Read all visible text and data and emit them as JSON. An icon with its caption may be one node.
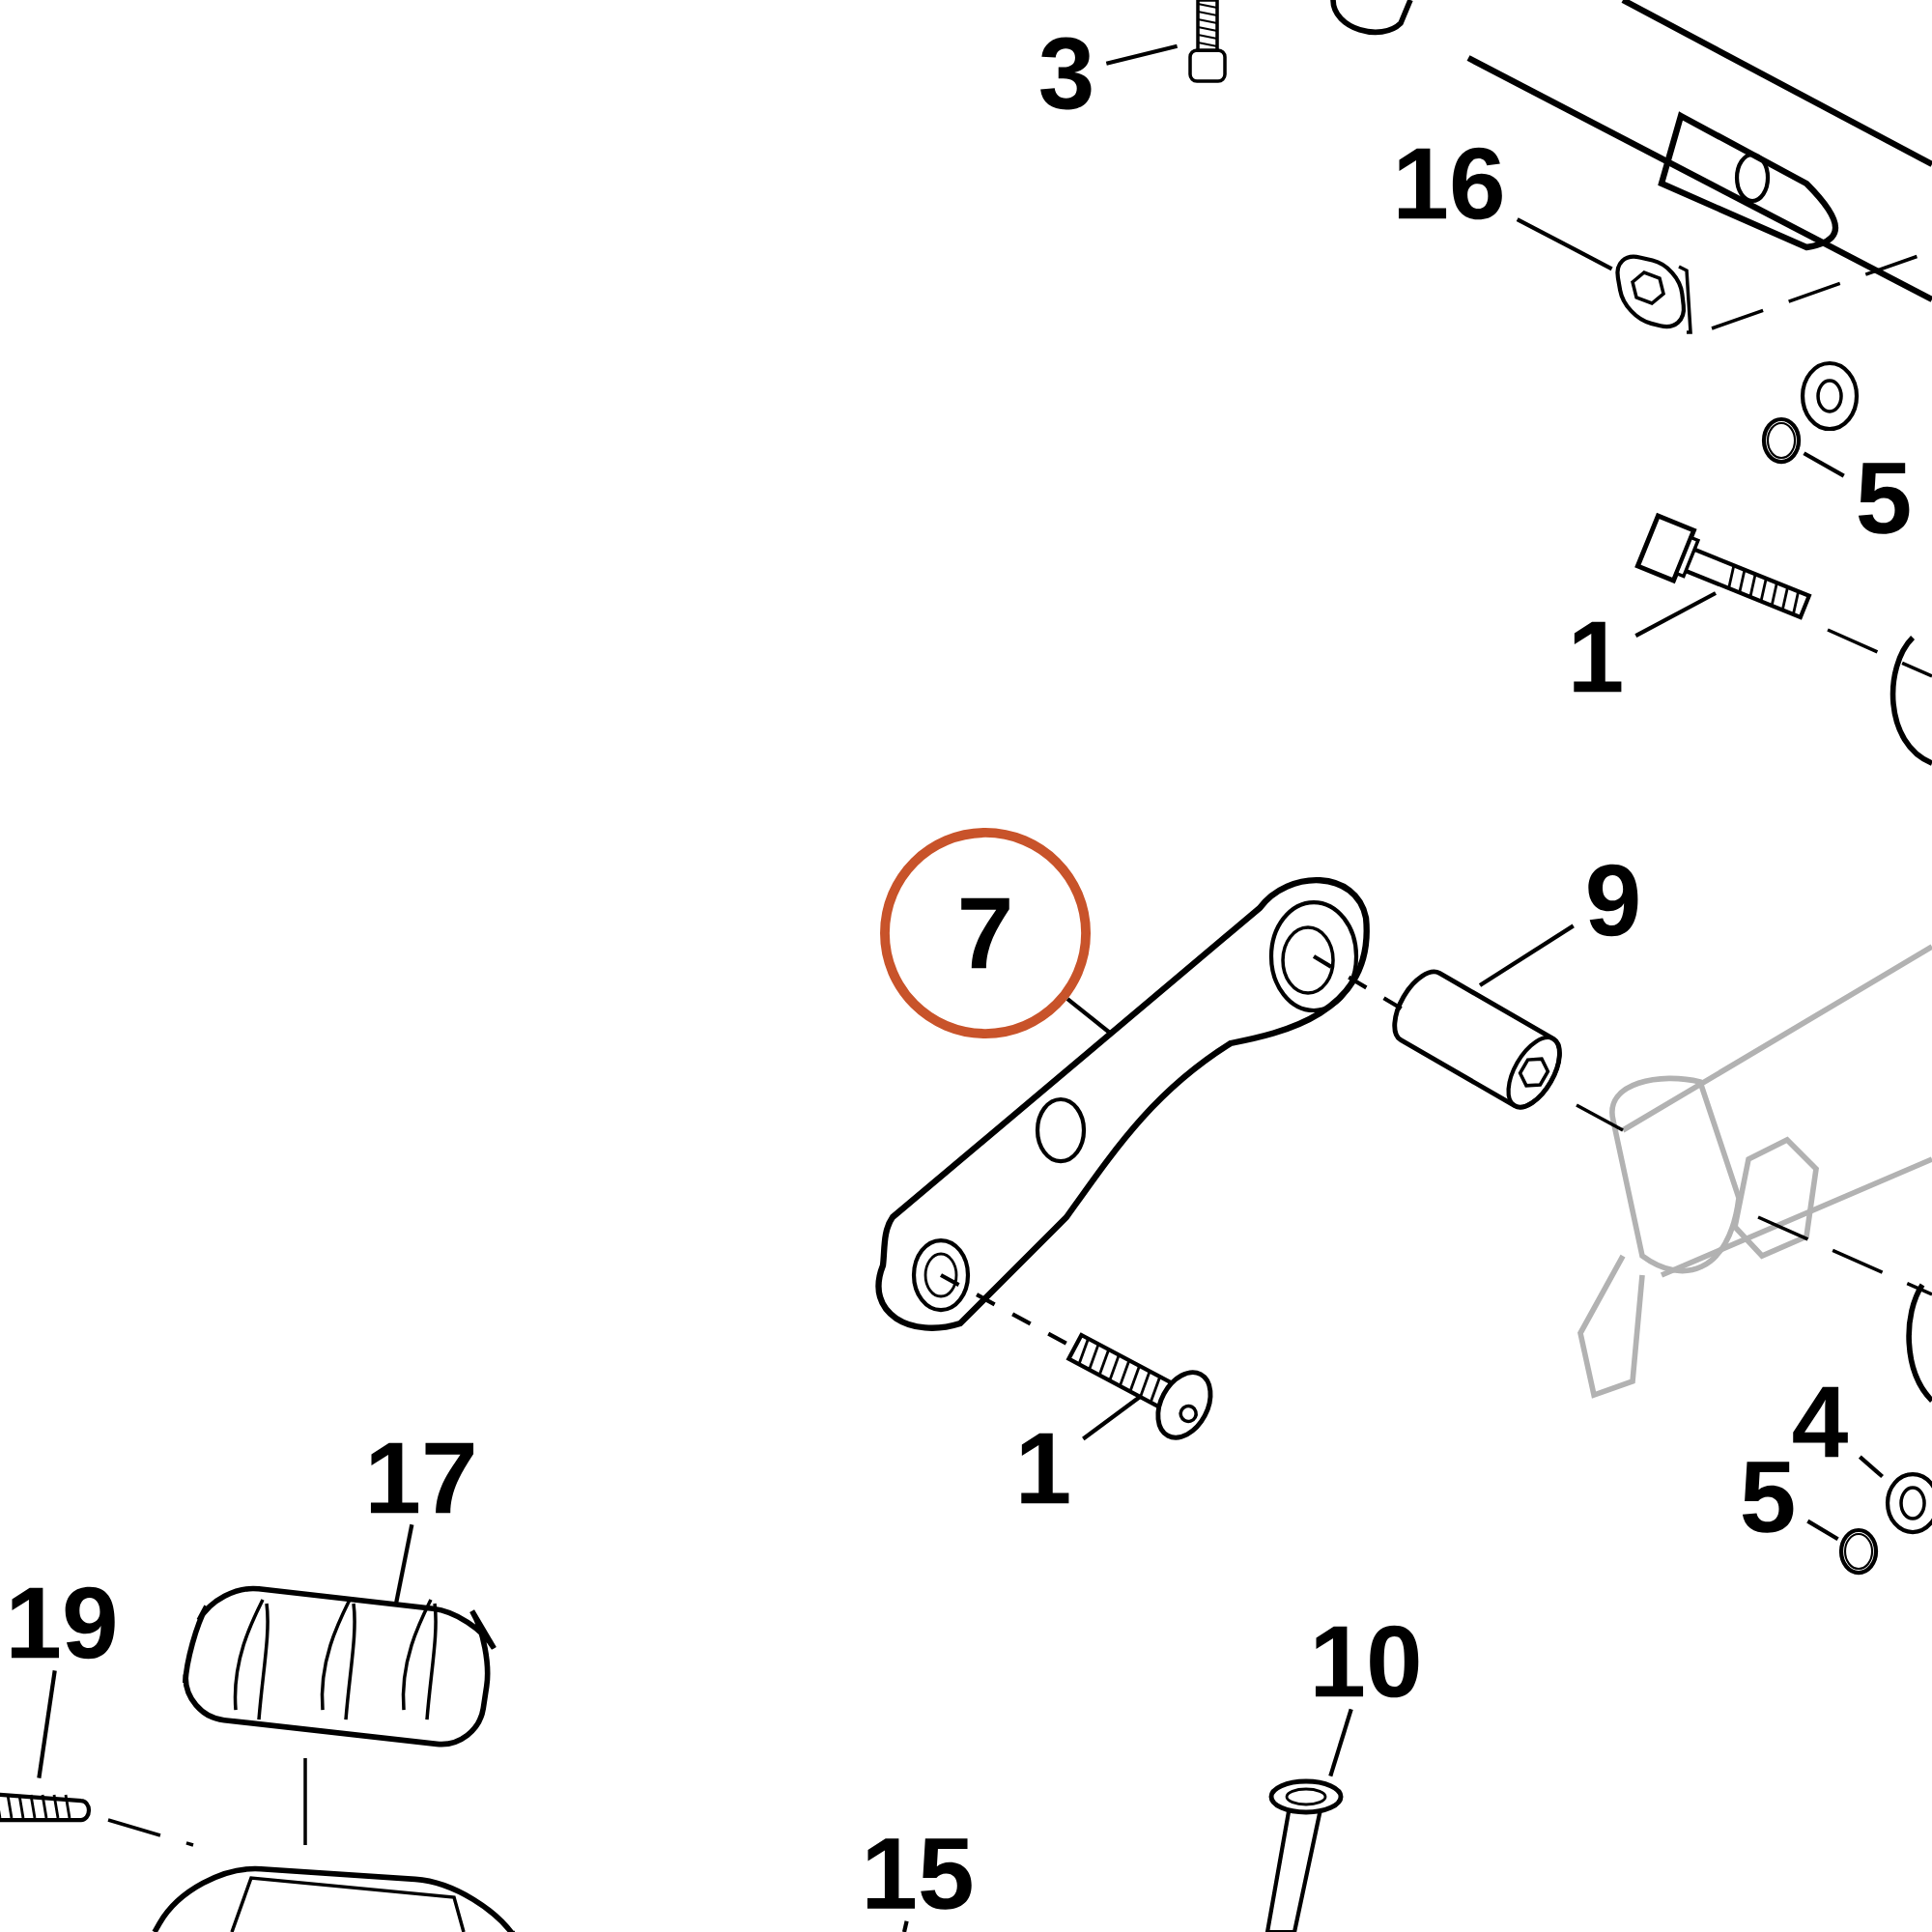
{
  "diagram": {
    "nodes": [
      {
        "text": [
          "3"
        ]
      },
      {
        "text": [
          "16"
        ]
      },
      {
        "text": [
          "5"
        ]
      },
      {
        "text": [
          "1"
        ]
      },
      {
        "text": [
          "7"
        ]
      },
      {
        "text": [
          "9"
        ]
      },
      {
        "text": [
          "1"
        ]
      },
      {
        "text": [
          "4"
        ]
      },
      {
        "text": [
          "5"
        ]
      },
      {
        "text": [
          "17"
        ]
      },
      {
        "text": [
          "19"
        ]
      },
      {
        "text": [
          "10"
        ]
      },
      {
        "text": [
          "15"
        ]
      },
      {
        "text": [],
        "shape": "picture"
      },
      {
        "text": [],
        "shape": "picture"
      },
      {
        "text": [],
        "shape": "picture"
      },
      {
        "text": [],
        "shape": "picture"
      },
      {
        "text": [],
        "shape": "picture"
      },
      {
        "text": [],
        "shape": "picture"
      },
      {
        "text": [],
        "shape": "picture"
      },
      {
        "text": [],
        "shape": "picture"
      },
      {
        "text": [],
        "shape": "picture"
      },
      {
        "text": [],
        "shape": "picture"
      },
      {
        "text": [],
        "shape": "picture"
      },
      {
        "text": [],
        "shape": "picture"
      }
    ],
    "edges": [
      {
        "from": 0,
        "to": 13,
        "arrow": "none"
      },
      {
        "from": 1,
        "to": 14,
        "arrow": "none"
      },
      {
        "from": 2,
        "to": 15,
        "arrow": "none"
      },
      {
        "from": 3,
        "to": 16,
        "arrow": "none"
      },
      {
        "from": 4,
        "to": 17,
        "arrow": "none"
      },
      {
        "from": 5,
        "to": 18,
        "arrow": "none"
      },
      {
        "from": 6,
        "to": 19,
        "arrow": "none"
      },
      {
        "from": 7,
        "to": 20,
        "arrow": "none"
      },
      {
        "from": 8,
        "to": 21,
        "arrow": "none"
      },
      {
        "from": 9,
        "to": 22,
        "arrow": "none"
      },
      {
        "from": 10,
        "to": 23,
        "arrow": "none"
      },
      {
        "from": 11,
        "to": 24,
        "arrow": "none"
      },
      {
        "from": 12,
        "to": null,
        "arrow": "none"
      },
      {
        "from": 17,
        "to": 19,
        "arrow": "none",
        "style": "dashed"
      },
      {
        "from": 17,
        "to": 18,
        "arrow": "none",
        "style": "dashed"
      }
    ]
  }
}
